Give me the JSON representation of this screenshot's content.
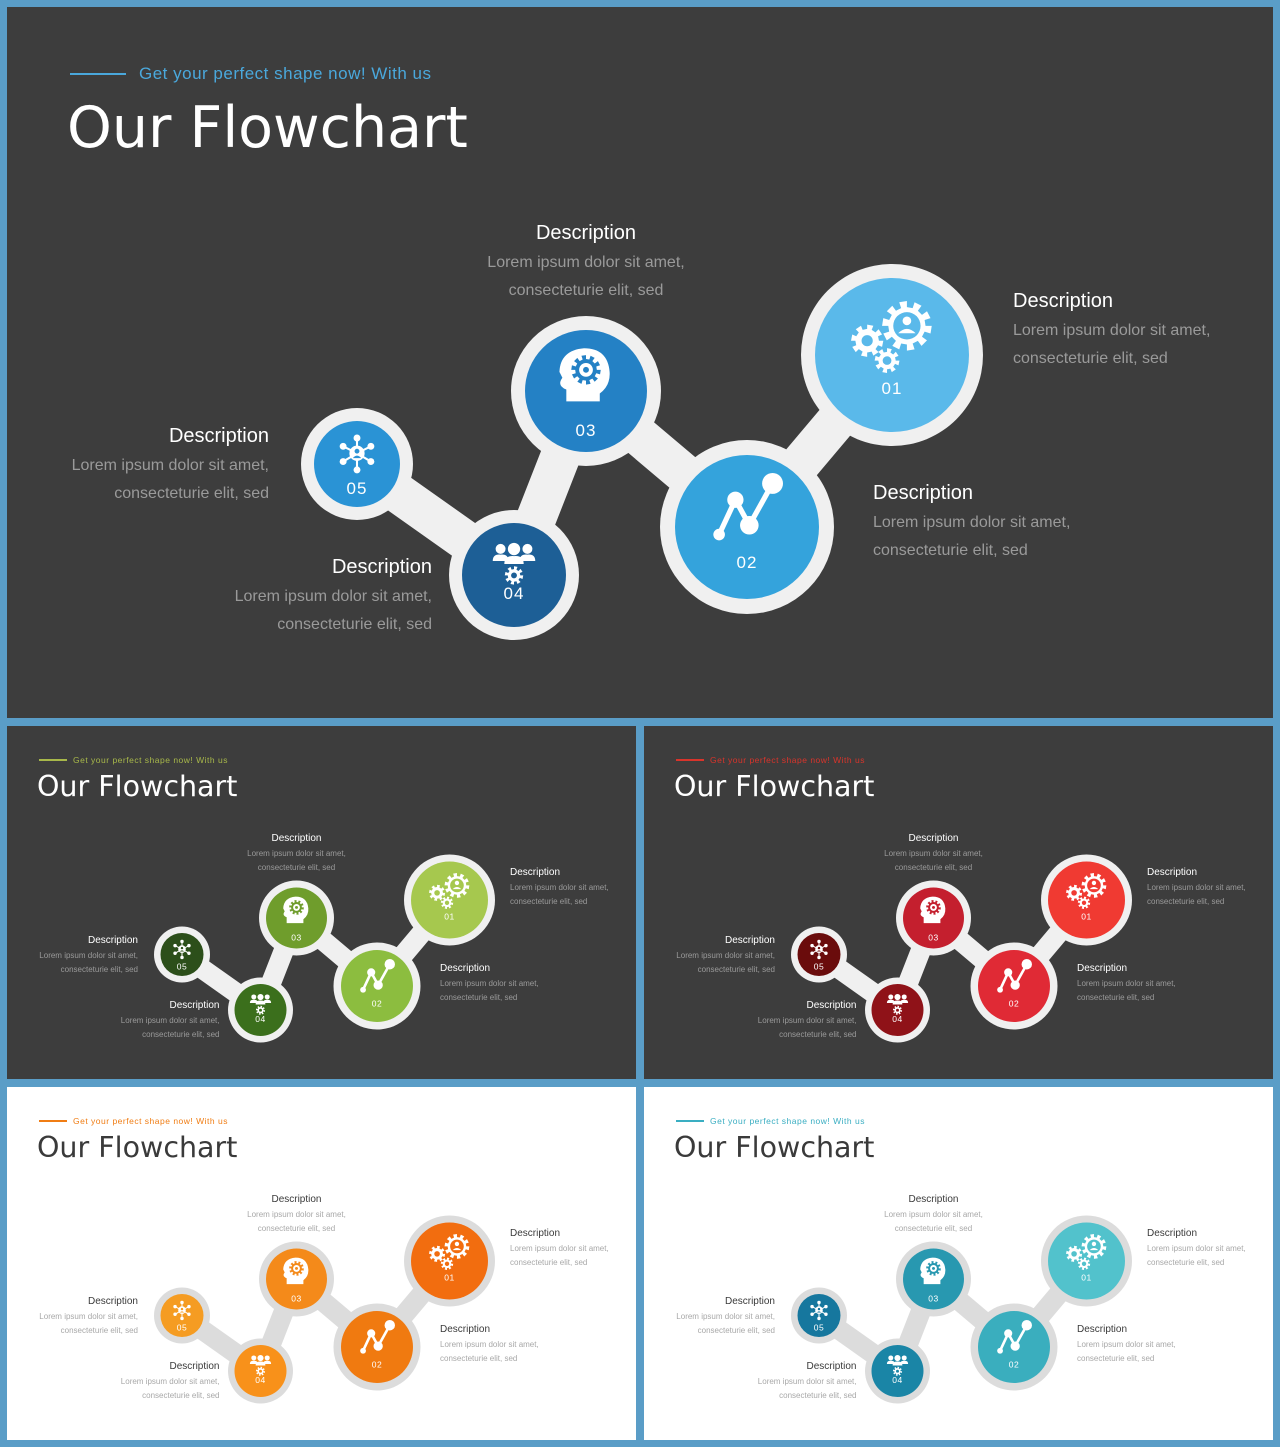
{
  "slides": [
    {
      "id": "blue-dark",
      "theme": "dark",
      "tagline": "Get your perfect shape now! With us",
      "title": "Our Flowchart",
      "accent": "#4aa8dc",
      "node_colors": {
        "01": "#5ab9ea",
        "02": "#34a3dc",
        "03": "#2481c5",
        "04": "#1d5f96",
        "05": "#2a93d5"
      },
      "nodes": [
        {
          "num": "01",
          "icon": "gears-person-icon"
        },
        {
          "num": "02",
          "icon": "line-graph-icon"
        },
        {
          "num": "03",
          "icon": "head-gear-icon"
        },
        {
          "num": "04",
          "icon": "team-gear-icon"
        },
        {
          "num": "05",
          "icon": "network-person-icon"
        }
      ],
      "descriptions": [
        {
          "heading": "Description",
          "line1": "Lorem ipsum dolor sit amet,",
          "line2": "consecteturie elit, sed"
        },
        {
          "heading": "Description",
          "line1": "Lorem ipsum dolor sit amet,",
          "line2": "consecteturie elit, sed"
        },
        {
          "heading": "Description",
          "line1": "Lorem ipsum dolor sit amet,",
          "line2": "consecteturie elit, sed"
        },
        {
          "heading": "Description",
          "line1": "Lorem ipsum dolor sit amet,",
          "line2": "consecteturie elit, sed"
        },
        {
          "heading": "Description",
          "line1": "Lorem ipsum dolor sit amet,",
          "line2": "consecteturie elit, sed"
        }
      ]
    },
    {
      "id": "green-dark",
      "theme": "dark",
      "tagline": "Get your perfect shape now! With us",
      "title": "Our Flowchart",
      "accent": "#a8b84a",
      "node_colors": {
        "01": "#a6c84e",
        "02": "#8cbd3f",
        "03": "#6f9d2c",
        "04": "#3b6f1c",
        "05": "#2c4f1a"
      },
      "nodes": [
        {
          "num": "01",
          "icon": "gears-person-icon"
        },
        {
          "num": "02",
          "icon": "line-graph-icon"
        },
        {
          "num": "03",
          "icon": "head-gear-icon"
        },
        {
          "num": "04",
          "icon": "team-gear-icon"
        },
        {
          "num": "05",
          "icon": "network-person-icon"
        }
      ],
      "descriptions": [
        {
          "heading": "Description",
          "line1": "Lorem ipsum dolor sit amet,",
          "line2": "consecteturie elit, sed"
        },
        {
          "heading": "Description",
          "line1": "Lorem ipsum dolor sit amet,",
          "line2": "consecteturie elit, sed"
        },
        {
          "heading": "Description",
          "line1": "Lorem ipsum dolor sit amet,",
          "line2": "consecteturie elit, sed"
        },
        {
          "heading": "Description",
          "line1": "Lorem ipsum dolor sit amet,",
          "line2": "consecteturie elit, sed"
        },
        {
          "heading": "Description",
          "line1": "Lorem ipsum dolor sit amet,",
          "line2": "consecteturie elit, sed"
        }
      ]
    },
    {
      "id": "red-dark",
      "theme": "dark",
      "tagline": "Get your perfect shape now! With us",
      "title": "Our Flowchart",
      "accent": "#d9342b",
      "node_colors": {
        "01": "#f03a32",
        "02": "#e02a35",
        "03": "#c41f2e",
        "04": "#8f1218",
        "05": "#6a0c0c"
      },
      "nodes": [
        {
          "num": "01",
          "icon": "gears-person-icon"
        },
        {
          "num": "02",
          "icon": "line-graph-icon"
        },
        {
          "num": "03",
          "icon": "head-gear-icon"
        },
        {
          "num": "04",
          "icon": "team-gear-icon"
        },
        {
          "num": "05",
          "icon": "network-person-icon"
        }
      ],
      "descriptions": [
        {
          "heading": "Description",
          "line1": "Lorem ipsum dolor sit amet,",
          "line2": "consecteturie elit, sed"
        },
        {
          "heading": "Description",
          "line1": "Lorem ipsum dolor sit amet,",
          "line2": "consecteturie elit, sed"
        },
        {
          "heading": "Description",
          "line1": "Lorem ipsum dolor sit amet,",
          "line2": "consecteturie elit, sed"
        },
        {
          "heading": "Description",
          "line1": "Lorem ipsum dolor sit amet,",
          "line2": "consecteturie elit, sed"
        },
        {
          "heading": "Description",
          "line1": "Lorem ipsum dolor sit amet,",
          "line2": "consecteturie elit, sed"
        }
      ]
    },
    {
      "id": "orange-light",
      "theme": "light",
      "tagline": "Get your perfect shape now! With us",
      "title": "Our Flowchart",
      "accent": "#f07d14",
      "node_colors": {
        "01": "#f26d0f",
        "02": "#f07a10",
        "03": "#f48a1a",
        "04": "#f8911a",
        "05": "#f59c22"
      },
      "nodes": [
        {
          "num": "01",
          "icon": "gears-person-icon"
        },
        {
          "num": "02",
          "icon": "line-graph-icon"
        },
        {
          "num": "03",
          "icon": "head-gear-icon"
        },
        {
          "num": "04",
          "icon": "team-gear-icon"
        },
        {
          "num": "05",
          "icon": "network-person-icon"
        }
      ],
      "descriptions": [
        {
          "heading": "Description",
          "line1": "Lorem ipsum dolor sit amet,",
          "line2": "consecteturie elit, sed"
        },
        {
          "heading": "Description",
          "line1": "Lorem ipsum dolor sit amet,",
          "line2": "consecteturie elit, sed"
        },
        {
          "heading": "Description",
          "line1": "Lorem ipsum dolor sit amet,",
          "line2": "consecteturie elit, sed"
        },
        {
          "heading": "Description",
          "line1": "Lorem ipsum dolor sit amet,",
          "line2": "consecteturie elit, sed"
        },
        {
          "heading": "Description",
          "line1": "Lorem ipsum dolor sit amet,",
          "line2": "consecteturie elit, sed"
        }
      ]
    },
    {
      "id": "teal-light",
      "theme": "light",
      "tagline": "Get your perfect shape now! With us",
      "title": "Our Flowchart",
      "accent": "#3aaec2",
      "node_colors": {
        "01": "#52c2cc",
        "02": "#3aaebe",
        "03": "#2898b0",
        "04": "#1a85a6",
        "05": "#16779e"
      },
      "nodes": [
        {
          "num": "01",
          "icon": "gears-person-icon"
        },
        {
          "num": "02",
          "icon": "line-graph-icon"
        },
        {
          "num": "03",
          "icon": "head-gear-icon"
        },
        {
          "num": "04",
          "icon": "team-gear-icon"
        },
        {
          "num": "05",
          "icon": "network-person-icon"
        }
      ],
      "descriptions": [
        {
          "heading": "Description",
          "line1": "Lorem ipsum dolor sit amet,",
          "line2": "consecteturie elit, sed"
        },
        {
          "heading": "Description",
          "line1": "Lorem ipsum dolor sit amet,",
          "line2": "consecteturie elit, sed"
        },
        {
          "heading": "Description",
          "line1": "Lorem ipsum dolor sit amet,",
          "line2": "consecteturie elit, sed"
        },
        {
          "heading": "Description",
          "line1": "Lorem ipsum dolor sit amet,",
          "line2": "consecteturie elit, sed"
        },
        {
          "heading": "Description",
          "line1": "Lorem ipsum dolor sit amet,",
          "line2": "consecteturie elit, sed"
        }
      ]
    }
  ]
}
